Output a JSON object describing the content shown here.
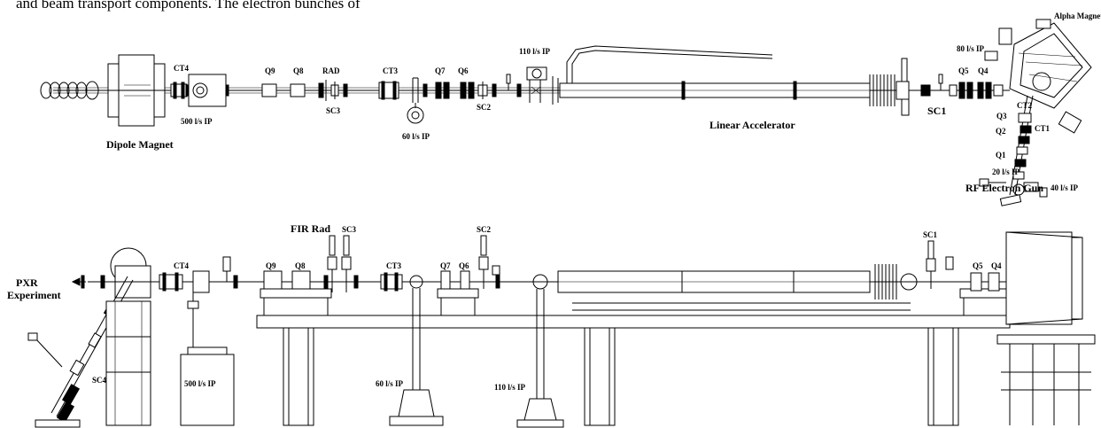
{
  "intro_text": "and beam transport components.  The electron bunches of",
  "top_view": {
    "alpha_magnet": "Alpha Magnet",
    "pump_80": "80 l/s IP",
    "pump_110": "110 l/s IP",
    "pump_500": "500 l/s IP",
    "pump_60": "60 l/s IP",
    "pump_20": "20 l/s IP",
    "pump_40": "40 l/s IP",
    "dipole_magnet": "Dipole Magnet",
    "linear_accelerator": "Linear Accelerator",
    "rf_gun": "RF Electron Gun",
    "ct4": "CT4",
    "ct3": "CT3",
    "ct2": "CT2",
    "ct1": "CT1",
    "q9": "Q9",
    "q8": "Q8",
    "q7": "Q7",
    "q6": "Q6",
    "q5": "Q5",
    "q4": "Q4",
    "q3": "Q3",
    "q2": "Q2",
    "q1": "Q1",
    "rad": "RAD",
    "sc3": "SC3",
    "sc2": "SC2",
    "sc1": "SC1"
  },
  "side_view": {
    "pxr_line1": "PXR",
    "pxr_line2": "Experiment",
    "ct4": "CT4",
    "ct3": "CT3",
    "q9": "Q9",
    "q8": "Q8",
    "q7": "Q7",
    "q6": "Q6",
    "q5": "Q5",
    "q4": "Q4",
    "fir_rad": "FIR Rad",
    "sc3": "SC3",
    "sc2": "SC2",
    "sc1": "SC1",
    "sc4": "SC4",
    "pump_500": "500 l/s IP",
    "pump_60": "60 l/s IP",
    "pump_110": "110 l/s IP"
  }
}
